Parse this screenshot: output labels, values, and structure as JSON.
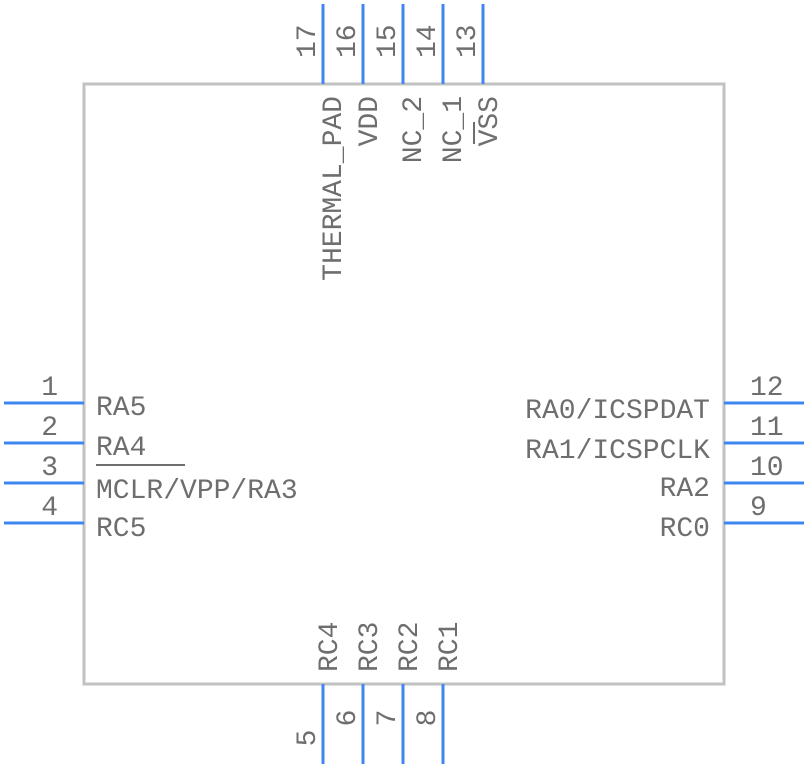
{
  "component": {
    "colors": {
      "body_outline": "#c2c2c2",
      "pin": "#3f87f0",
      "text": "#6e6e6e",
      "background": "#ffffff"
    },
    "pins_left": [
      {
        "number": "1",
        "name": "RA5"
      },
      {
        "number": "2",
        "name": "RA4"
      },
      {
        "number": "3",
        "name": "MCLR/VPP/RA3",
        "overbar": "MCLR"
      },
      {
        "number": "4",
        "name": "RC5"
      }
    ],
    "pins_right": [
      {
        "number": "12",
        "name": "RA0/ICSPDAT"
      },
      {
        "number": "11",
        "name": "RA1/ICSPCLK"
      },
      {
        "number": "10",
        "name": "RA2"
      },
      {
        "number": "9",
        "name": "RC0"
      }
    ],
    "pins_bottom": [
      {
        "number": "5",
        "name": "RC4"
      },
      {
        "number": "6",
        "name": "RC3"
      },
      {
        "number": "7",
        "name": "RC2"
      },
      {
        "number": "8",
        "name": "RC1"
      }
    ],
    "pins_top": [
      {
        "number": "17",
        "name": "THERMAL_PAD"
      },
      {
        "number": "16",
        "name": "VDD"
      },
      {
        "number": "15",
        "name": "NC_2"
      },
      {
        "number": "14",
        "name": "NC_1"
      },
      {
        "number": "13",
        "name": "VSS"
      }
    ]
  }
}
